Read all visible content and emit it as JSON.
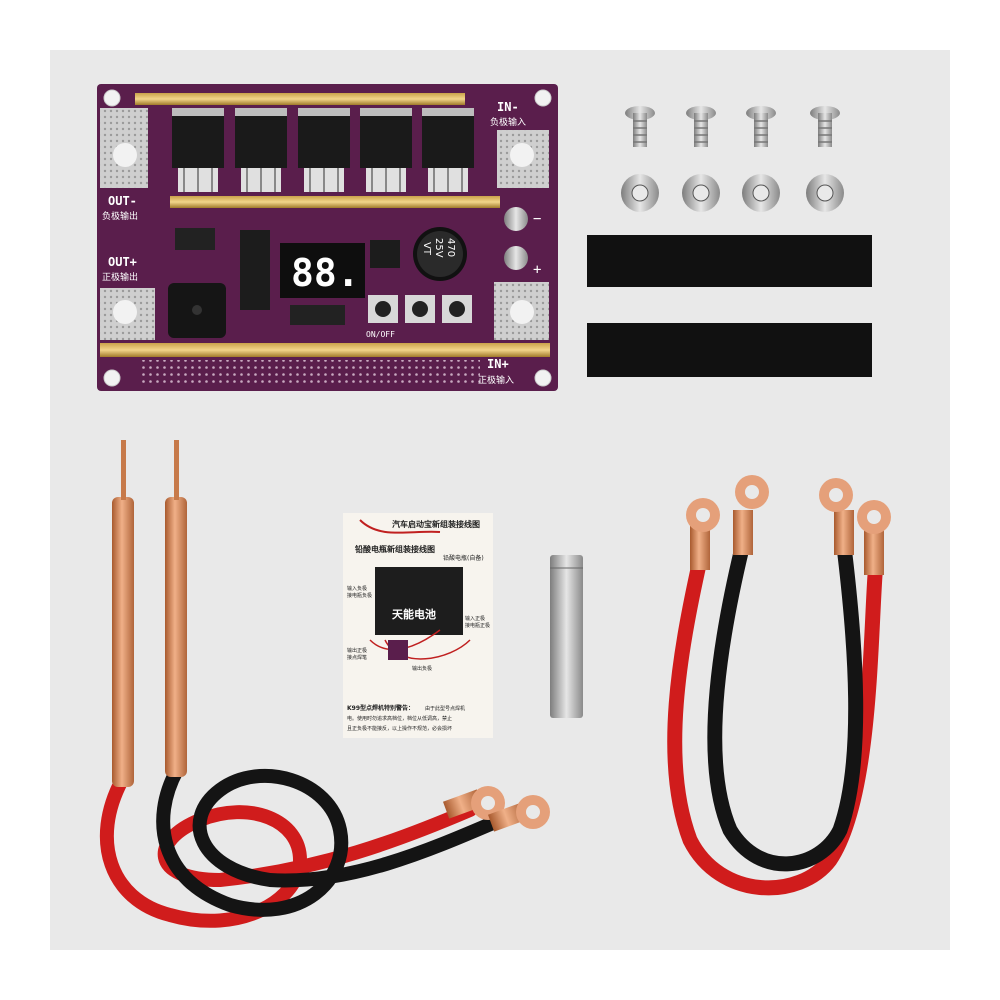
{
  "board": {
    "in_minus": "IN-",
    "in_minus_cn": "负极输入",
    "in_plus": "IN+",
    "in_plus_cn": "正极输入",
    "out_minus": "OUT-",
    "out_minus_cn": "负极输出",
    "out_plus": "OUT+",
    "out_plus_cn": "正极输出",
    "display": "88.",
    "capacitor_lines": [
      "470",
      "25V",
      "VT"
    ],
    "switch_label": "ON/OFF",
    "terminal_minus": "−",
    "terminal_plus": "+"
  },
  "manual": {
    "title": "汽车启动宝新组装接线图",
    "subtitle": "铅酸电瓶新组装接线图",
    "side_note": "铅酸电瓶(自备)",
    "battery_brand": "天能电池",
    "warning_title": "K99型点焊机特别警告：",
    "warning_lines": [
      "由于此型号点焊机",
      "电。使用时勿追求高档位，档位从低调高，禁止",
      "且正负极不能接反，以上操作不规范，必会损坏"
    ],
    "callouts": [
      "输入负极",
      "接电瓶负极",
      "输入正极",
      "接电瓶正极",
      "输出正极",
      "接点焊笔",
      "输出负极"
    ]
  },
  "colors": {
    "background": "#e9e9e9",
    "pcb": "#5a1e4c",
    "red_cable": "#d01c1c",
    "black_cable": "#141414",
    "copper": "#d98a5a"
  }
}
